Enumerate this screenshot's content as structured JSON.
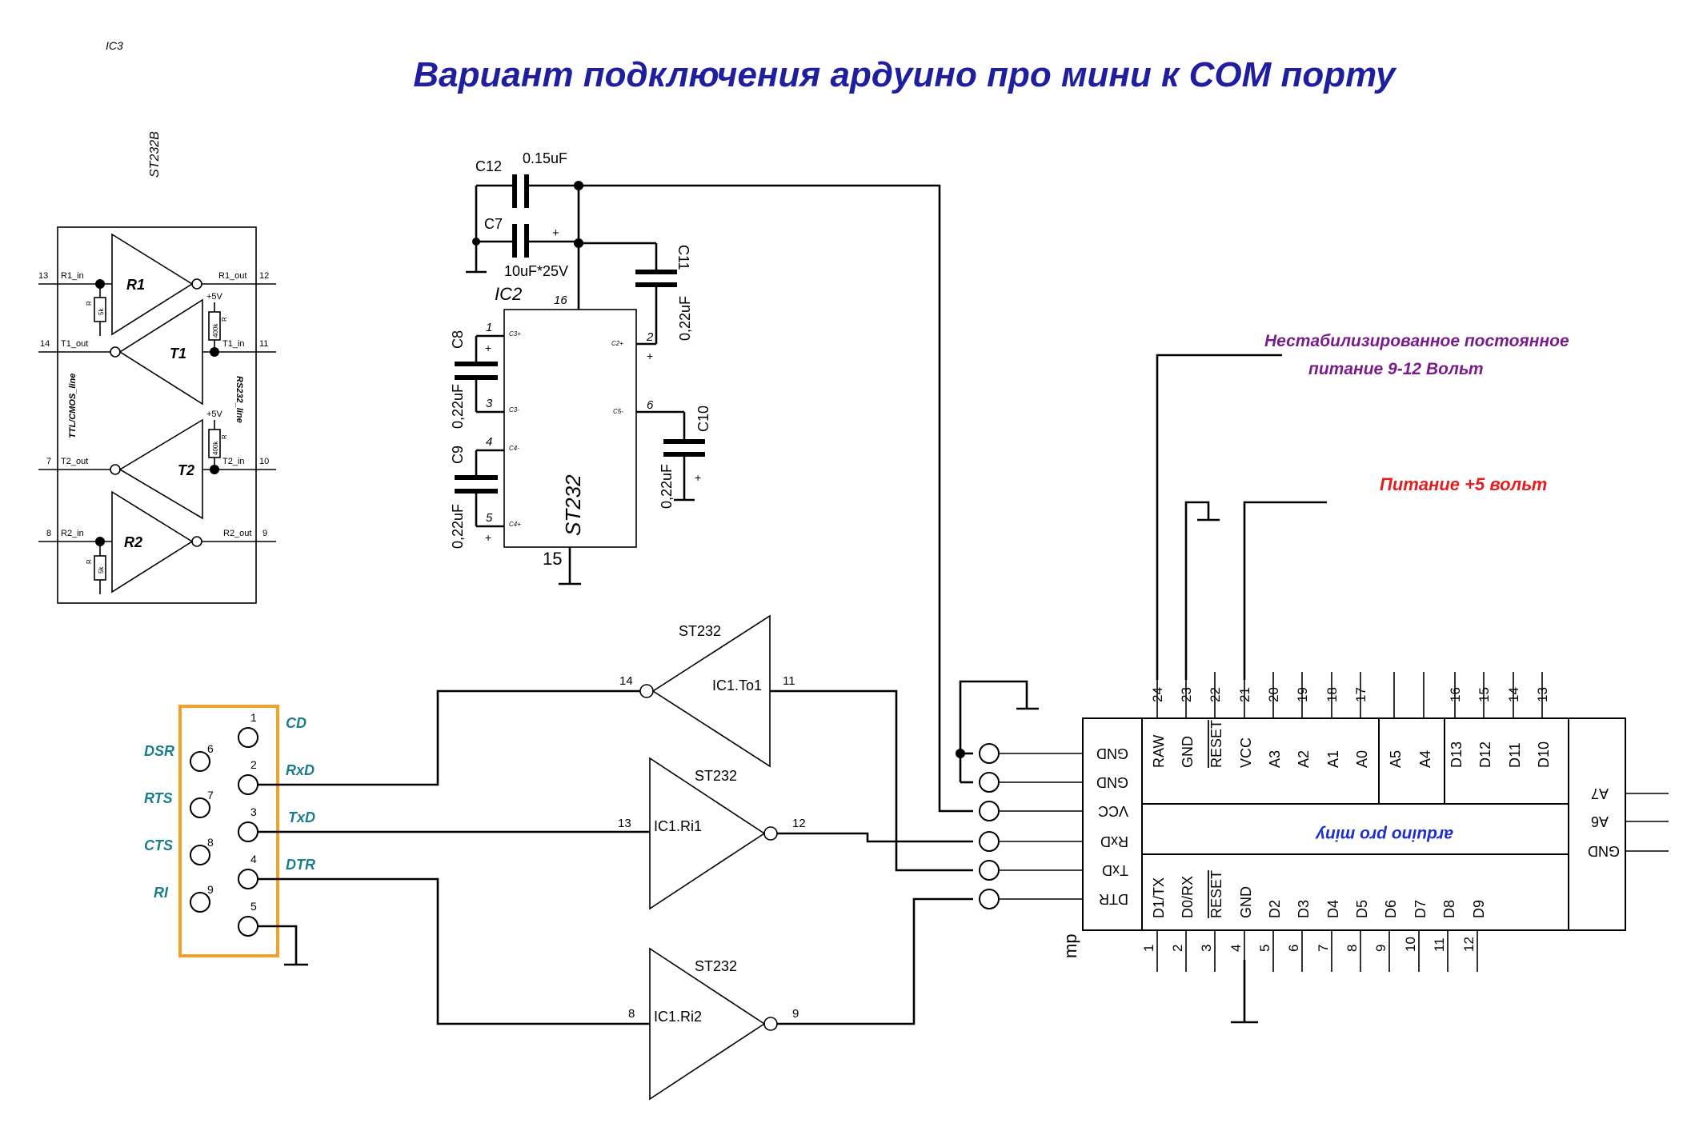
{
  "title": "Вариант подключения ардуино про мини к COM порту",
  "notes": {
    "raw_supply_line1": "Нестабилизированное постоянное",
    "raw_supply_line2": "питание 9-12 Вольт",
    "plus5": "Питание +5 вольт"
  },
  "ic3": {
    "ref": "IC3",
    "part": "ST232B",
    "side_left": "TTL/CMOS_line",
    "side_right": "RS232_line",
    "blocks": {
      "r1": "R1",
      "t1": "T1",
      "t2": "T2",
      "r2": "R2"
    },
    "pins": {
      "p13": "13",
      "p12": "12",
      "p14": "14",
      "p11": "11",
      "p7": "7",
      "p10": "10",
      "p8": "8",
      "p9": "9"
    },
    "signals": {
      "r1_in": "R1_in",
      "r1_out": "R1_out",
      "t1_out": "T1_out",
      "t1_in": "T1_in",
      "t2_out": "T2_out",
      "t2_in": "T2_in",
      "r2_in": "R2_in",
      "r2_out": "R2_out"
    },
    "supply": "+5V",
    "res_a": "5k",
    "res_b": "400k",
    "res_sym": "R"
  },
  "ic2": {
    "ref": "IC2",
    "part": "ST232",
    "pin16": "16",
    "pin15": "15",
    "left_pins": [
      {
        "num": "1",
        "name": "C3+"
      },
      {
        "num": "3",
        "name": "C3-"
      },
      {
        "num": "4",
        "name": "C4-"
      },
      {
        "num": "5",
        "name": "C4+"
      }
    ],
    "right_pins": [
      {
        "num": "2",
        "name": "C2+"
      },
      {
        "num": "6",
        "name": "C5-"
      }
    ],
    "plus": "+"
  },
  "caps": {
    "c12": "C12",
    "c12_val": "0.15uF",
    "c7": "C7",
    "c7_val": "10uF*25V",
    "c11": "C11",
    "c11_val": "0,22uF",
    "c8": "C8",
    "c8_val": "0,22uF",
    "c9": "C9",
    "c9_val": "0,22uF",
    "c10": "C10",
    "c10_val": "0,22uF"
  },
  "buffers": [
    {
      "part": "ST232",
      "name": "IC1.To1",
      "in_pin": "11",
      "out_pin": "14"
    },
    {
      "part": "ST232",
      "name": "IC1.Ri1",
      "in_pin": "13",
      "out_pin": "12"
    },
    {
      "part": "ST232",
      "name": "IC1.Ri2",
      "in_pin": "8",
      "out_pin": "9"
    }
  ],
  "db9": {
    "right_pins": [
      {
        "num": "1",
        "sig": "CD"
      },
      {
        "num": "2",
        "sig": "RxD"
      },
      {
        "num": "3",
        "sig": "TxD"
      },
      {
        "num": "4",
        "sig": "DTR"
      },
      {
        "num": "5",
        "sig": ""
      }
    ],
    "left_pins": [
      {
        "num": "6",
        "sig": "DSR"
      },
      {
        "num": "7",
        "sig": "RTS"
      },
      {
        "num": "8",
        "sig": "CTS"
      },
      {
        "num": "9",
        "sig": "RI"
      }
    ]
  },
  "arduino": {
    "name": "arduino pro miny",
    "ref": "mp",
    "left_labels": [
      "GND",
      "GND",
      "VCC",
      "RxD",
      "TxD",
      "DTR"
    ],
    "top_pins": [
      {
        "num": "24",
        "label": "RAW"
      },
      {
        "num": "23",
        "label": "GND"
      },
      {
        "num": "22",
        "label": "RESET"
      },
      {
        "num": "21",
        "label": "VCC"
      },
      {
        "num": "20",
        "label": "A3"
      },
      {
        "num": "19",
        "label": "A2"
      },
      {
        "num": "18",
        "label": "A1"
      },
      {
        "num": "17",
        "label": "A0"
      },
      {
        "num": "",
        "label": "A5"
      },
      {
        "num": "",
        "label": "A4"
      },
      {
        "num": "16",
        "label": "D13"
      },
      {
        "num": "15",
        "label": "D12"
      },
      {
        "num": "14",
        "label": "D11"
      },
      {
        "num": "13",
        "label": "D10"
      }
    ],
    "bottom_pins": [
      {
        "num": "1",
        "label": "D1/TX"
      },
      {
        "num": "2",
        "label": "D0/RX"
      },
      {
        "num": "3",
        "label": "RESET"
      },
      {
        "num": "4",
        "label": "GND"
      },
      {
        "num": "5",
        "label": "D2"
      },
      {
        "num": "6",
        "label": "D3"
      },
      {
        "num": "7",
        "label": "D4"
      },
      {
        "num": "8",
        "label": "D5"
      },
      {
        "num": "9",
        "label": "D6"
      },
      {
        "num": "10",
        "label": "D7"
      },
      {
        "num": "11",
        "label": "D8"
      },
      {
        "num": "12",
        "label": "D9"
      }
    ],
    "right_labels": [
      "A7",
      "A6",
      "GND"
    ]
  }
}
